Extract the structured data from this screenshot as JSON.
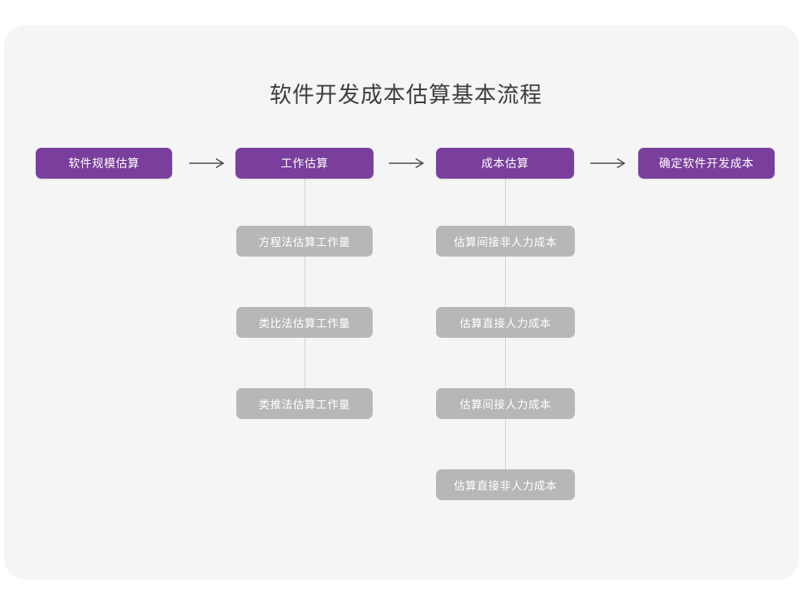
{
  "diagram": {
    "title": "软件开发成本估算基本流程",
    "colors": {
      "background": "#ffffff",
      "card": "#f5f5f5",
      "primary_node": "#7a3f9d",
      "secondary_node": "#b7b7b7",
      "node_text": "#ffffff",
      "title_text": "#3d3d3d",
      "connector": "#d2d2d2",
      "arrow": "#4a4a4a"
    },
    "arrow_glyph": "arrow-right-icon",
    "stages": [
      {
        "label": "软件规模估算",
        "substeps": []
      },
      {
        "label": "工作估算",
        "substeps": [
          "方程法估算工作量",
          "类比法估算工作量",
          "类推法估算工作量"
        ]
      },
      {
        "label": "成本估算",
        "substeps": [
          "估算间接非人力成本",
          "估算直接人力成本",
          "估算间接人力成本",
          "估算直接非人力成本"
        ]
      },
      {
        "label": "确定软件开发成本",
        "substeps": []
      }
    ]
  }
}
